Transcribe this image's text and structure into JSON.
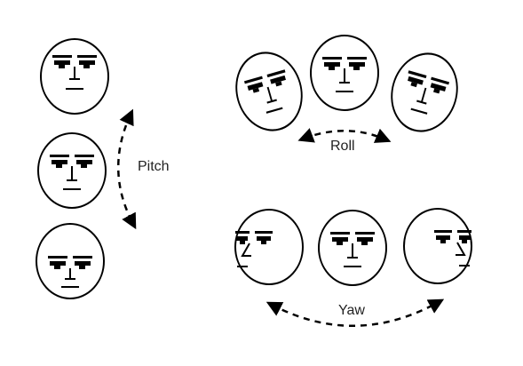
{
  "labels": {
    "pitch": "Pitch",
    "roll": "Roll",
    "yaw": "Yaw"
  },
  "colors": {
    "stroke": "#000000",
    "background": "#ffffff",
    "text": "#222222"
  }
}
